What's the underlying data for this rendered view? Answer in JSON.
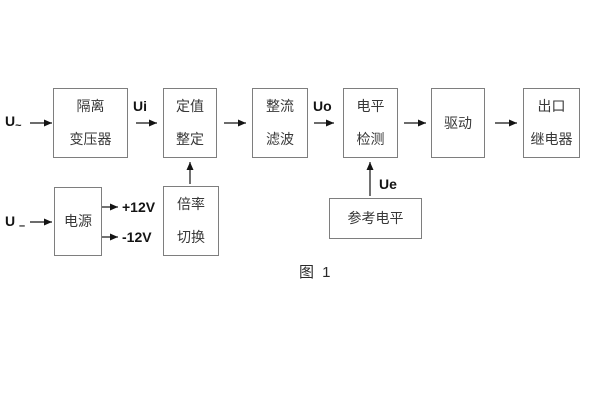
{
  "figure": {
    "caption": "图 1",
    "blocks": [
      {
        "id": "isolation-transformer",
        "lines": [
          "隔离",
          "变压器"
        ]
      },
      {
        "id": "setpoint-adjust",
        "lines": [
          "定值",
          "整定"
        ]
      },
      {
        "id": "rectifier-filter",
        "lines": [
          "整流",
          "滤波"
        ]
      },
      {
        "id": "level-detect",
        "lines": [
          "电平",
          "检测"
        ]
      },
      {
        "id": "driver",
        "lines": [
          "驱动"
        ]
      },
      {
        "id": "output-relay",
        "lines": [
          "出口",
          "继电器"
        ]
      },
      {
        "id": "power-supply",
        "lines": [
          "电源"
        ]
      },
      {
        "id": "ratio-switch",
        "lines": [
          "倍率",
          "切换"
        ]
      },
      {
        "id": "reference-level",
        "lines": [
          "参考电平"
        ]
      }
    ],
    "signals": {
      "u": "U",
      "ac_symbol": "~",
      "dc_symbol": "–",
      "ui": "Ui",
      "uo": "Uo",
      "ue": "Ue",
      "plus12v": "+12V",
      "minus12v": "-12V"
    },
    "colors": {
      "background": "#ffffff",
      "box_border": "#7e7e7e",
      "box_text": "#383838",
      "arrow": "#141414"
    }
  }
}
